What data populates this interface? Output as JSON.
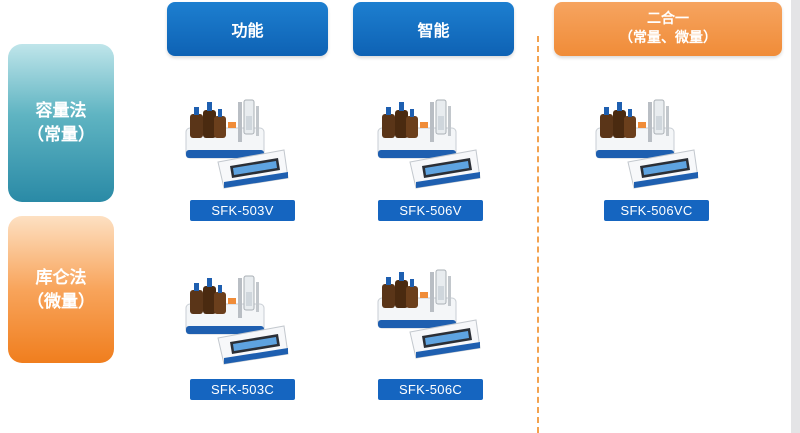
{
  "headers": {
    "function": "功能",
    "smart": "智能",
    "combo_title": "二合一",
    "combo_sub": "（常量、微量）"
  },
  "methods": {
    "volumetric": {
      "name": "容量法",
      "sub": "（常量）"
    },
    "coulometric": {
      "name": "库仑法",
      "sub": "（微量）"
    }
  },
  "models": {
    "m503v": "SFK-503V",
    "m506v": "SFK-506V",
    "m506vc": "SFK-506VC",
    "m503c": "SFK-503C",
    "m506c": "SFK-506C"
  },
  "colors": {
    "header_blue": "#0e62b4",
    "header_orange": "#f08c38",
    "label_blue": "#1565c0"
  }
}
